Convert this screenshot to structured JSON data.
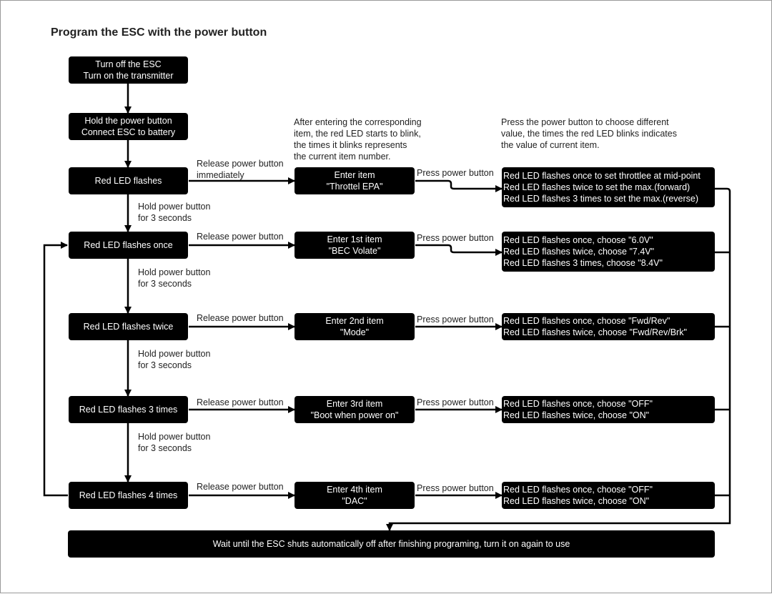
{
  "title": "Program the ESC with the power button",
  "start": {
    "line1": "Turn off the ESC",
    "line2": "Turn on the transmitter"
  },
  "hold": {
    "line1": "Hold the power button",
    "line2": "Connect ESC to battery"
  },
  "states": [
    "Red LED flashes",
    "Red LED flashes once",
    "Red LED flashes twice",
    "Red LED flashes 3 times",
    "Red LED flashes 4 times"
  ],
  "items": [
    {
      "line1": "Enter item",
      "line2": "\"Throttel EPA\""
    },
    {
      "line1": "Enter 1st item",
      "line2": "\"BEC Volate\""
    },
    {
      "line1": "Enter 2nd item",
      "line2": "\"Mode\""
    },
    {
      "line1": "Enter 3rd item",
      "line2": "\"Boot when power on\""
    },
    {
      "line1": "Enter 4th item",
      "line2": "\"DAC\""
    }
  ],
  "options": [
    [
      "Red LED flashes once to set throttlee at mid-point",
      "Red LED flashes twice to set the max.(forward)",
      "Red LED flashes 3 times to set the max.(reverse)"
    ],
    [
      "Red LED flashes once, choose \"6.0V\"",
      "Red LED flashes twice, choose \"7.4V\"",
      "Red LED flashes 3 times, choose \"8.4V\""
    ],
    [
      "Red LED flashes once, choose \"Fwd/Rev\"",
      "Red LED flashes twice, choose \"Fwd/Rev/Brk\""
    ],
    [
      "Red LED flashes once, choose \"OFF\"",
      "Red LED flashes twice, choose \"ON\""
    ],
    [
      "Red LED flashes once, choose \"OFF\"",
      "Red LED flashes twice, choose \"ON\""
    ]
  ],
  "labels": {
    "release_immediately_1": "Release power button",
    "release_immediately_2": "immediately",
    "release": "Release power button",
    "press": "Press power button",
    "hold_1": "Hold power button",
    "hold_2": "for 3 seconds"
  },
  "notes": {
    "item_note": [
      "After entering the corresponding",
      "item, the red LED starts to blink,",
      " the times it blinks represents",
      "the current item number."
    ],
    "value_note": [
      "Press the power button to choose different",
      "value, the times the red LED blinks indicates",
      " the value of current item."
    ]
  },
  "final": "Wait until the ESC shuts automatically off after finishing programing, turn it on again to use"
}
